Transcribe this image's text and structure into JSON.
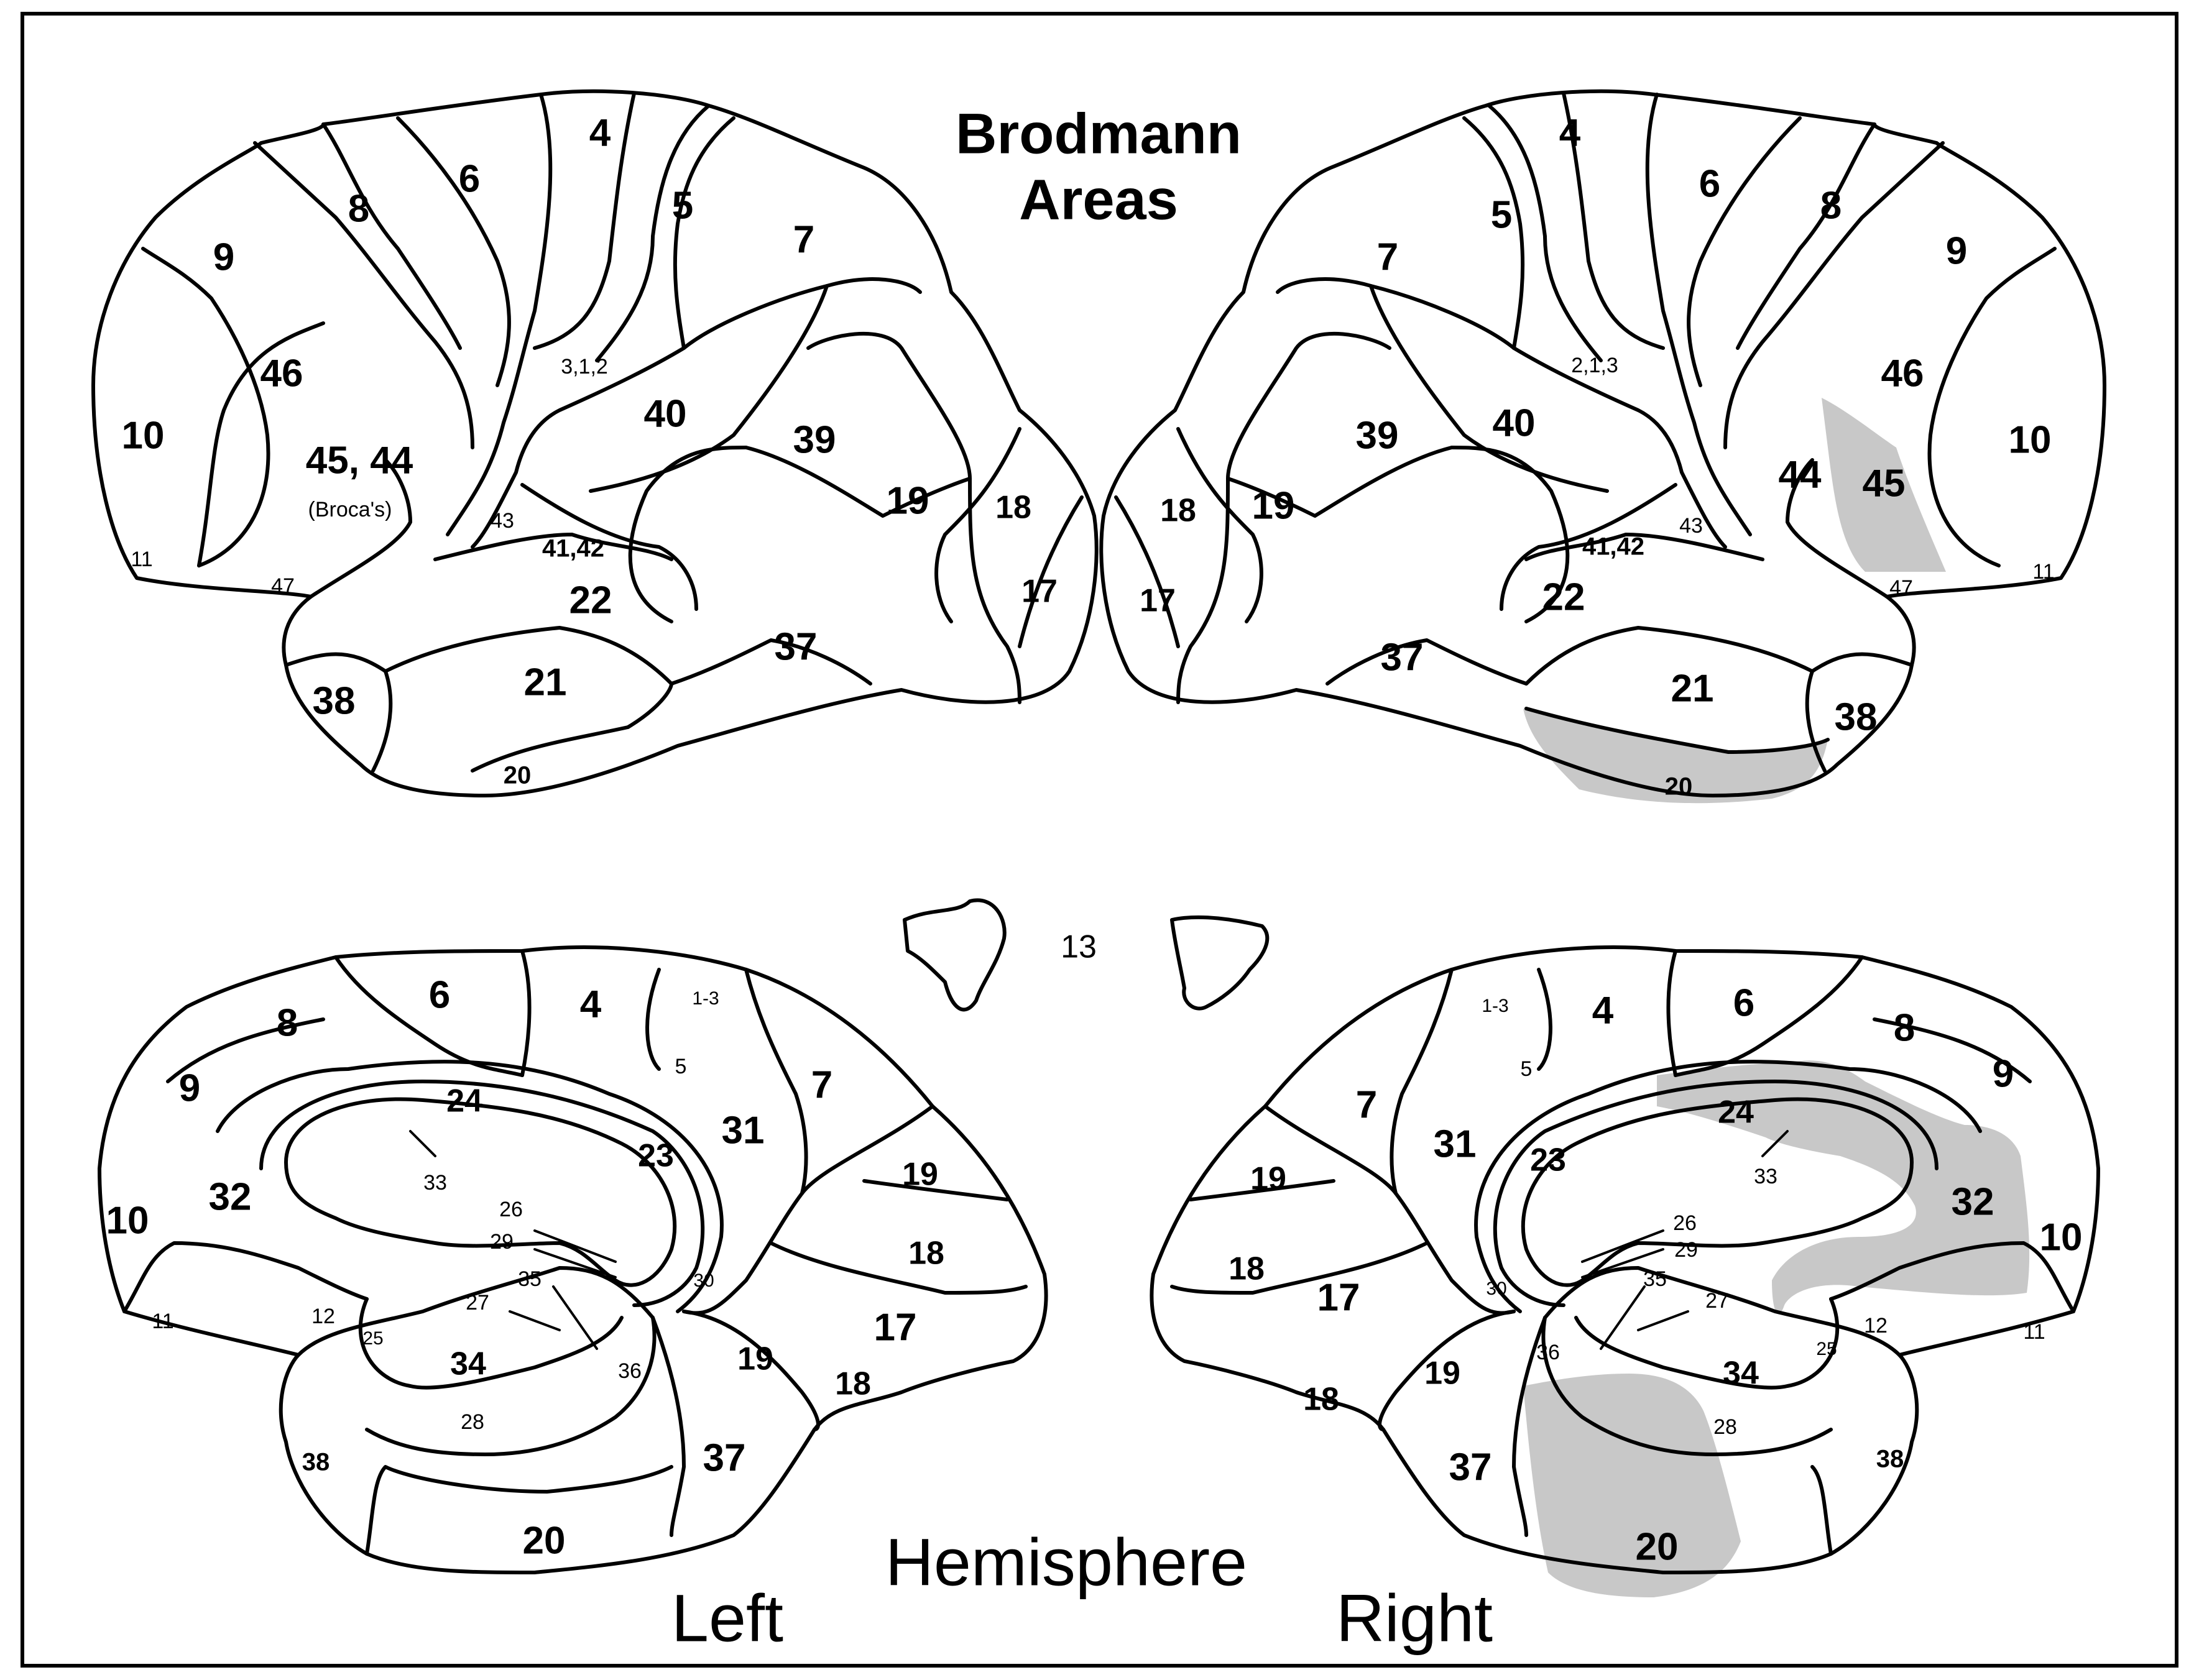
{
  "title_line1": "Brodmann",
  "title_line2": "Areas",
  "footer": {
    "hemisphere": "Hemisphere",
    "left": "Left",
    "right": "Right"
  },
  "colors": {
    "highlight": "#c8c8c8",
    "line": "#000000",
    "background": "#ffffff"
  },
  "highlighted_areas_right_hemisphere": [
    "45",
    "20",
    "24",
    "32"
  ],
  "left_lateral": [
    {
      "id": "4",
      "text": "4"
    },
    {
      "id": "6",
      "text": "6"
    },
    {
      "id": "8",
      "text": "8"
    },
    {
      "id": "9",
      "text": "9"
    },
    {
      "id": "5",
      "text": "5"
    },
    {
      "id": "7",
      "text": "7"
    },
    {
      "id": "46",
      "text": "46"
    },
    {
      "id": "10",
      "text": "10"
    },
    {
      "id": "312",
      "text": "3,1,2"
    },
    {
      "id": "40",
      "text": "40"
    },
    {
      "id": "39",
      "text": "39"
    },
    {
      "id": "4544",
      "text": "45, 44"
    },
    {
      "id": "broca",
      "text": "(Broca's)"
    },
    {
      "id": "43",
      "text": "43"
    },
    {
      "id": "4142",
      "text": "41,42"
    },
    {
      "id": "19",
      "text": "19"
    },
    {
      "id": "18",
      "text": "18"
    },
    {
      "id": "11",
      "text": "11"
    },
    {
      "id": "47",
      "text": "47"
    },
    {
      "id": "22",
      "text": "22"
    },
    {
      "id": "17",
      "text": "17"
    },
    {
      "id": "37",
      "text": "37"
    },
    {
      "id": "21",
      "text": "21"
    },
    {
      "id": "38",
      "text": "38"
    },
    {
      "id": "20",
      "text": "20"
    }
  ],
  "right_lateral": [
    {
      "id": "4",
      "text": "4"
    },
    {
      "id": "5",
      "text": "5"
    },
    {
      "id": "6",
      "text": "6"
    },
    {
      "id": "8",
      "text": "8"
    },
    {
      "id": "7",
      "text": "7"
    },
    {
      "id": "9",
      "text": "9"
    },
    {
      "id": "213",
      "text": "2,1,3"
    },
    {
      "id": "46",
      "text": "46"
    },
    {
      "id": "39",
      "text": "39"
    },
    {
      "id": "40",
      "text": "40"
    },
    {
      "id": "10",
      "text": "10"
    },
    {
      "id": "44",
      "text": "44"
    },
    {
      "id": "45",
      "text": "45"
    },
    {
      "id": "18",
      "text": "18"
    },
    {
      "id": "19",
      "text": "19"
    },
    {
      "id": "43",
      "text": "43"
    },
    {
      "id": "4142",
      "text": "41,42"
    },
    {
      "id": "11",
      "text": "11"
    },
    {
      "id": "47",
      "text": "47"
    },
    {
      "id": "17",
      "text": "17"
    },
    {
      "id": "22",
      "text": "22"
    },
    {
      "id": "37",
      "text": "37"
    },
    {
      "id": "21",
      "text": "21"
    },
    {
      "id": "38",
      "text": "38"
    },
    {
      "id": "20",
      "text": "20"
    }
  ],
  "insula_label": "13",
  "left_medial": [
    {
      "id": "6",
      "text": "6"
    },
    {
      "id": "4",
      "text": "4"
    },
    {
      "id": "13b",
      "text": "1-3"
    },
    {
      "id": "8",
      "text": "8"
    },
    {
      "id": "5",
      "text": "5"
    },
    {
      "id": "9",
      "text": "9"
    },
    {
      "id": "24",
      "text": "24"
    },
    {
      "id": "7",
      "text": "7"
    },
    {
      "id": "31",
      "text": "31"
    },
    {
      "id": "23",
      "text": "23"
    },
    {
      "id": "32",
      "text": "32"
    },
    {
      "id": "33",
      "text": "33"
    },
    {
      "id": "19a",
      "text": "19"
    },
    {
      "id": "26",
      "text": "26"
    },
    {
      "id": "29",
      "text": "29"
    },
    {
      "id": "10",
      "text": "10"
    },
    {
      "id": "18a",
      "text": "18"
    },
    {
      "id": "30",
      "text": "30"
    },
    {
      "id": "35",
      "text": "35"
    },
    {
      "id": "27",
      "text": "27"
    },
    {
      "id": "11",
      "text": "11"
    },
    {
      "id": "12",
      "text": "12"
    },
    {
      "id": "17",
      "text": "17"
    },
    {
      "id": "25",
      "text": "25"
    },
    {
      "id": "19b",
      "text": "19"
    },
    {
      "id": "34",
      "text": "34"
    },
    {
      "id": "36",
      "text": "36"
    },
    {
      "id": "18b",
      "text": "18"
    },
    {
      "id": "28",
      "text": "28"
    },
    {
      "id": "37",
      "text": "37"
    },
    {
      "id": "38",
      "text": "38"
    },
    {
      "id": "20",
      "text": "20"
    }
  ],
  "right_medial": [
    {
      "id": "13b",
      "text": "1-3"
    },
    {
      "id": "4",
      "text": "4"
    },
    {
      "id": "6",
      "text": "6"
    },
    {
      "id": "8",
      "text": "8"
    },
    {
      "id": "5",
      "text": "5"
    },
    {
      "id": "9",
      "text": "9"
    },
    {
      "id": "7",
      "text": "7"
    },
    {
      "id": "24",
      "text": "24"
    },
    {
      "id": "31",
      "text": "31"
    },
    {
      "id": "23",
      "text": "23"
    },
    {
      "id": "33",
      "text": "33"
    },
    {
      "id": "19a",
      "text": "19"
    },
    {
      "id": "32",
      "text": "32"
    },
    {
      "id": "26",
      "text": "26"
    },
    {
      "id": "29",
      "text": "29"
    },
    {
      "id": "10",
      "text": "10"
    },
    {
      "id": "18a",
      "text": "18"
    },
    {
      "id": "30",
      "text": "30"
    },
    {
      "id": "35",
      "text": "35"
    },
    {
      "id": "17",
      "text": "17"
    },
    {
      "id": "27",
      "text": "27"
    },
    {
      "id": "12",
      "text": "12"
    },
    {
      "id": "11",
      "text": "11"
    },
    {
      "id": "36",
      "text": "36"
    },
    {
      "id": "25",
      "text": "25"
    },
    {
      "id": "34",
      "text": "34"
    },
    {
      "id": "19b",
      "text": "19"
    },
    {
      "id": "18b",
      "text": "18"
    },
    {
      "id": "28",
      "text": "28"
    },
    {
      "id": "37",
      "text": "37"
    },
    {
      "id": "38",
      "text": "38"
    },
    {
      "id": "20",
      "text": "20"
    }
  ]
}
